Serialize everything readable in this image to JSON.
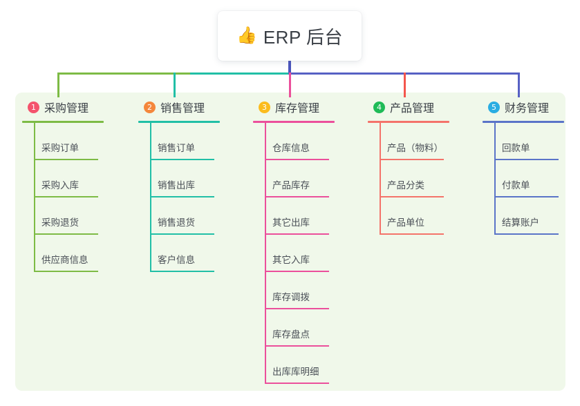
{
  "root": {
    "icon": "thumbs-up-icon",
    "icon_glyph": "👍",
    "title": "ERP 后台"
  },
  "panel": {
    "background": "#f0f8ea"
  },
  "connectors": {
    "stem_color": "#4b55bd",
    "bus_colors": [
      "#7dbb45",
      "#21bfa6",
      "#5761c4"
    ],
    "drop_colors": [
      "#7dbb45",
      "#21bfa6",
      "#eb4f9b",
      "#f4564d",
      "#5761c4"
    ]
  },
  "columns": [
    {
      "number": "1",
      "title": "采购管理",
      "badge_color": "#f4536c",
      "line_color": "#7dbb45",
      "items": [
        "采购订单",
        "采购入库",
        "采购退货",
        "供应商信息"
      ]
    },
    {
      "number": "2",
      "title": "销售管理",
      "badge_color": "#f4873c",
      "line_color": "#21bfa6",
      "items": [
        "销售订单",
        "销售出库",
        "销售退货",
        "客户信息"
      ]
    },
    {
      "number": "3",
      "title": "库存管理",
      "badge_color": "#fbbc1e",
      "line_color": "#eb4f9b",
      "items": [
        "仓库信息",
        "产品库存",
        "其它出库",
        "其它入库",
        "库存调拨",
        "库存盘点",
        "出库库明细"
      ]
    },
    {
      "number": "4",
      "title": "产品管理",
      "badge_color": "#1fbb57",
      "line_color": "#f4736a",
      "items": [
        "产品（物料）",
        "产品分类",
        "产品单位"
      ]
    },
    {
      "number": "5",
      "title": "财务管理",
      "badge_color": "#2aade2",
      "line_color": "#5a74c8",
      "items": [
        "回款单",
        "付款单",
        "结算账户"
      ]
    }
  ]
}
